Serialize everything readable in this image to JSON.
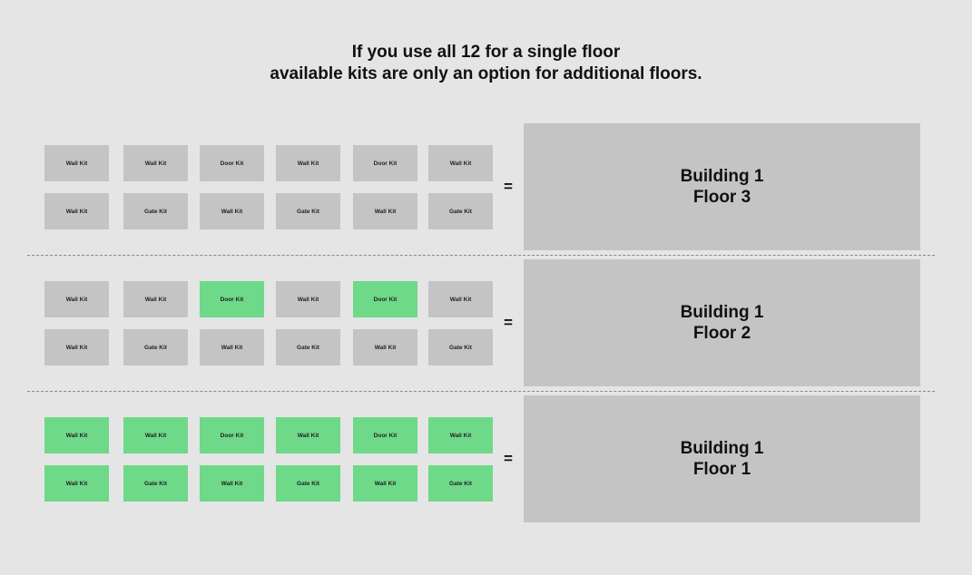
{
  "heading": {
    "line1": "If you use all 12 for a single floor",
    "line2": "available kits are only an option for additional floors."
  },
  "equals_sign": "=",
  "colors": {
    "background": "#e5e5e5",
    "kit_default": "#c4c4c4",
    "kit_highlight": "#6fd98a",
    "panel": "#c4c4c4"
  },
  "rows": [
    {
      "building": "Building 1",
      "floor": "Floor 3",
      "kits": [
        {
          "label": "Wall Kit",
          "highlight": false
        },
        {
          "label": "Wall Kit",
          "highlight": false
        },
        {
          "label": "Door Kit",
          "highlight": false
        },
        {
          "label": "Wall Kit",
          "highlight": false
        },
        {
          "label": "Door Kit",
          "highlight": false
        },
        {
          "label": "Wall Kit",
          "highlight": false
        },
        {
          "label": "Wall Kit",
          "highlight": false
        },
        {
          "label": "Gate Kit",
          "highlight": false
        },
        {
          "label": "Wall Kit",
          "highlight": false
        },
        {
          "label": "Gate Kit",
          "highlight": false
        },
        {
          "label": "Wall Kit",
          "highlight": false
        },
        {
          "label": "Gate Kit",
          "highlight": false
        }
      ]
    },
    {
      "building": "Building 1",
      "floor": "Floor 2",
      "kits": [
        {
          "label": "Wall Kit",
          "highlight": false
        },
        {
          "label": "Wall Kit",
          "highlight": false
        },
        {
          "label": "Door Kit",
          "highlight": true
        },
        {
          "label": "Wall Kit",
          "highlight": false
        },
        {
          "label": "Door Kit",
          "highlight": true
        },
        {
          "label": "Wall Kit",
          "highlight": false
        },
        {
          "label": "Wall Kit",
          "highlight": false
        },
        {
          "label": "Gate Kit",
          "highlight": false
        },
        {
          "label": "Wall Kit",
          "highlight": false
        },
        {
          "label": "Gate Kit",
          "highlight": false
        },
        {
          "label": "Wall Kit",
          "highlight": false
        },
        {
          "label": "Gate Kit",
          "highlight": false
        }
      ]
    },
    {
      "building": "Building 1",
      "floor": "Floor 1",
      "kits": [
        {
          "label": "Wall Kit",
          "highlight": true
        },
        {
          "label": "Wall Kit",
          "highlight": true
        },
        {
          "label": "Door Kit",
          "highlight": true
        },
        {
          "label": "Wall Kit",
          "highlight": true
        },
        {
          "label": "Door Kit",
          "highlight": true
        },
        {
          "label": "Wall Kit",
          "highlight": true
        },
        {
          "label": "Wall Kit",
          "highlight": true
        },
        {
          "label": "Gate Kit",
          "highlight": true
        },
        {
          "label": "Wall Kit",
          "highlight": true
        },
        {
          "label": "Gate Kit",
          "highlight": true
        },
        {
          "label": "Wall Kit",
          "highlight": true
        },
        {
          "label": "Gate Kit",
          "highlight": true
        }
      ]
    }
  ]
}
